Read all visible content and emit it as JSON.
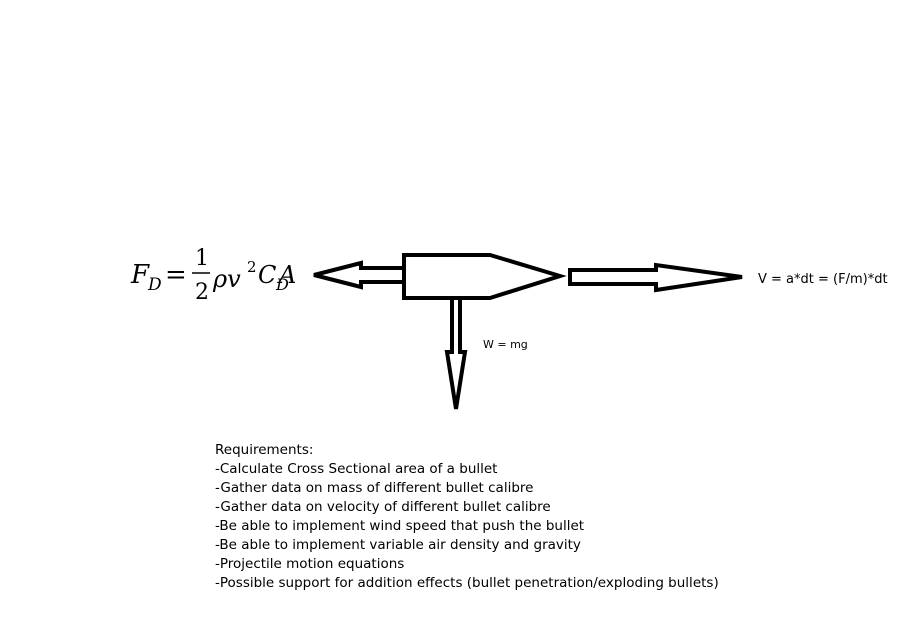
{
  "formula": {
    "lhs": "F",
    "lhs_sub": "D",
    "equals": "=",
    "numerator": "1",
    "denominator": "2",
    "rho_v": "ρv",
    "power": "2",
    "coeff": "C",
    "coeff_sub": "D",
    "area": "A"
  },
  "velocity_label": "V = a*dt = (F/m)*dt",
  "weight_label": "W = mg",
  "requirements": {
    "title": "Requirements:",
    "items": [
      "-Calculate Cross Sectional area of a bullet",
      "-Gather data on mass of different bullet calibre",
      "-Gather data on velocity of different bullet calibre",
      "-Be able to implement wind speed that push the bullet",
      "-Be able to implement variable air density and gravity",
      "-Projectile motion equations",
      "-Possible support for addition effects (bullet penetration/exploding bullets)"
    ]
  }
}
